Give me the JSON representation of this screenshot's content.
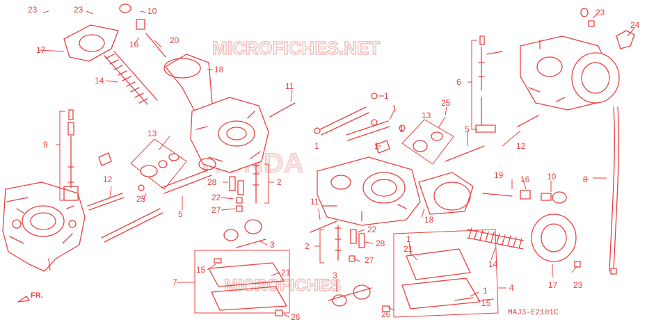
{
  "watermarks": {
    "top": "MICROFICHES.NET",
    "center": "HONDA",
    "bottom": "MICROFICHES"
  },
  "diagram_code": "MAJ3-E2101C",
  "direction_label": "FR.",
  "ink_color": "#e8413f",
  "callouts": {
    "c23a": "23",
    "c23b": "23",
    "c10a": "10",
    "c17a": "17",
    "c16a": "16",
    "c20": "20",
    "c18a": "18",
    "c14a": "14",
    "c11a": "11",
    "c9": "9",
    "c13a": "13",
    "c12a": "12",
    "c25a": "25",
    "c5a": "5",
    "c28a": "28",
    "c2a": "2",
    "c22a": "22",
    "c27a": "27",
    "c3a": "3",
    "c15a": "15",
    "c21a": "21",
    "c7": "7",
    "c26a": "26",
    "c1a": "1",
    "c1b": "1",
    "c1c": "1",
    "c1d": "1",
    "c1e": "1",
    "c1f": "1",
    "c13b": "13",
    "c25b": "25",
    "c5b": "5",
    "c11b": "11",
    "c2b": "2",
    "c22b": "22",
    "c28b": "28",
    "c27b": "27",
    "c18b": "18",
    "c19": "19",
    "c16b": "16",
    "c10b": "10",
    "c3b": "3",
    "c26b": "26",
    "c1g": "1",
    "c21b": "21",
    "c1h": "1",
    "c4": "4",
    "c15b": "15",
    "c14b": "14",
    "c17b": "17",
    "c23c": "23",
    "c6": "6",
    "c12b": "12",
    "c8": "8",
    "c23d": "23",
    "c24": "24"
  }
}
